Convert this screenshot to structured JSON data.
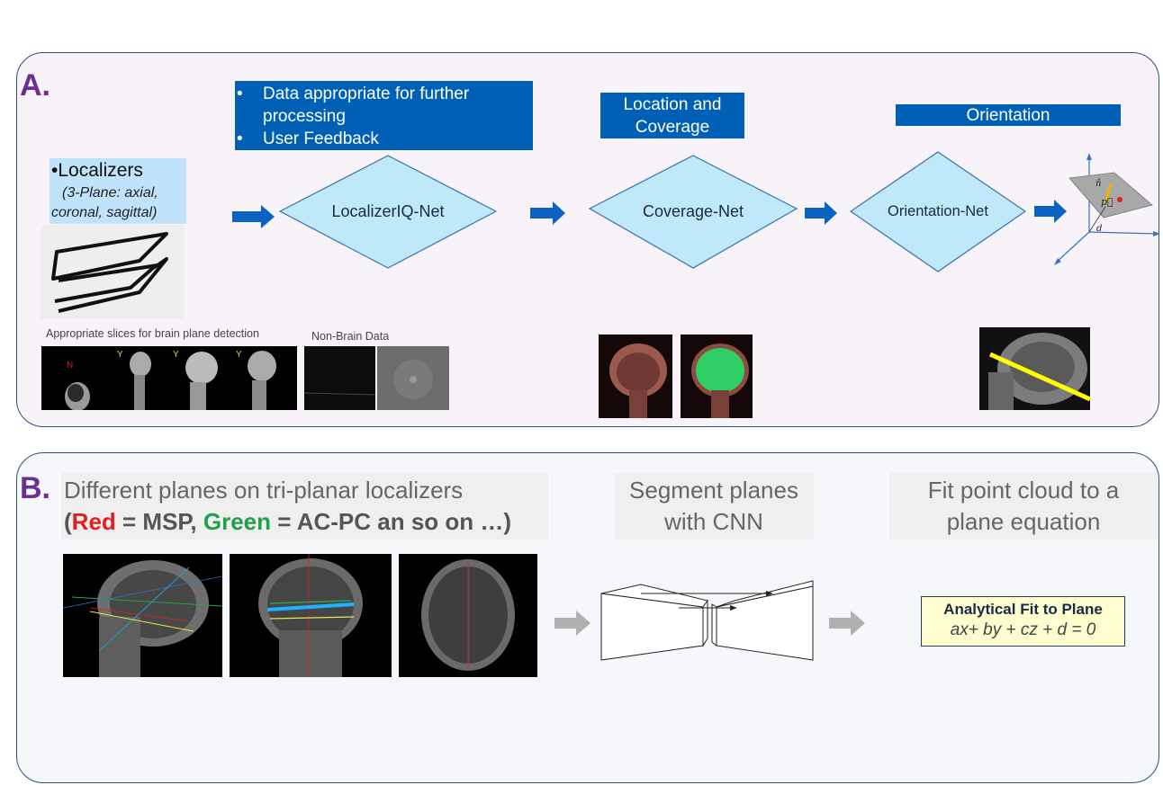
{
  "panel_a": {
    "label": "A.",
    "localizers": {
      "title": "Localizers",
      "subtitle_line1": "(3-Plane: axial,",
      "subtitle_line2": "coronal, sagittal)"
    },
    "iq_box": {
      "items": [
        "Data appropriate for further processing",
        "User Feedback"
      ]
    },
    "coverage_box": {
      "line1": "Location and",
      "line2": "Coverage"
    },
    "orientation_box": {
      "text": "Orientation"
    },
    "nodes": {
      "iq_net": "LocalizerIQ-Net",
      "coverage_net": "Coverage-Net",
      "orientation_net": "Orientation-Net"
    },
    "captions": {
      "appropriate_slices": "Appropriate slices for brain plane detection",
      "non_brain": "Non-Brain Data"
    },
    "slice_flags": [
      "N",
      "Y",
      "Y",
      "Y"
    ],
    "plane_symbols": {
      "normal": "n̂",
      "point": "p⃗",
      "distance": "d"
    }
  },
  "panel_b": {
    "label": "B.",
    "box1": {
      "line1": "Different planes on tri-planar localizers",
      "open": "(",
      "red_word": "Red",
      "mid1": " = MSP, ",
      "green_word": "Green",
      "mid2": " = AC-PC an so on  …)"
    },
    "box2": {
      "line1": "Segment planes",
      "line2": "with CNN"
    },
    "box3": {
      "line1": "Fit point cloud to a",
      "line2": "plane equation"
    },
    "fit_box": {
      "title": "Analytical Fit to Plane",
      "equation": "ax+ by + cz  + d  = 0"
    }
  },
  "colors": {
    "panel_border": "#2f4f7f",
    "blue_box": "#0060b6",
    "diamond_fill": "#bfe9fb",
    "arrow_blue": "#0a63c2",
    "arrow_gray": "#b0b0b0",
    "label_purple": "#6b2f8f",
    "red": "#e41e1e",
    "green": "#1fa04a"
  }
}
